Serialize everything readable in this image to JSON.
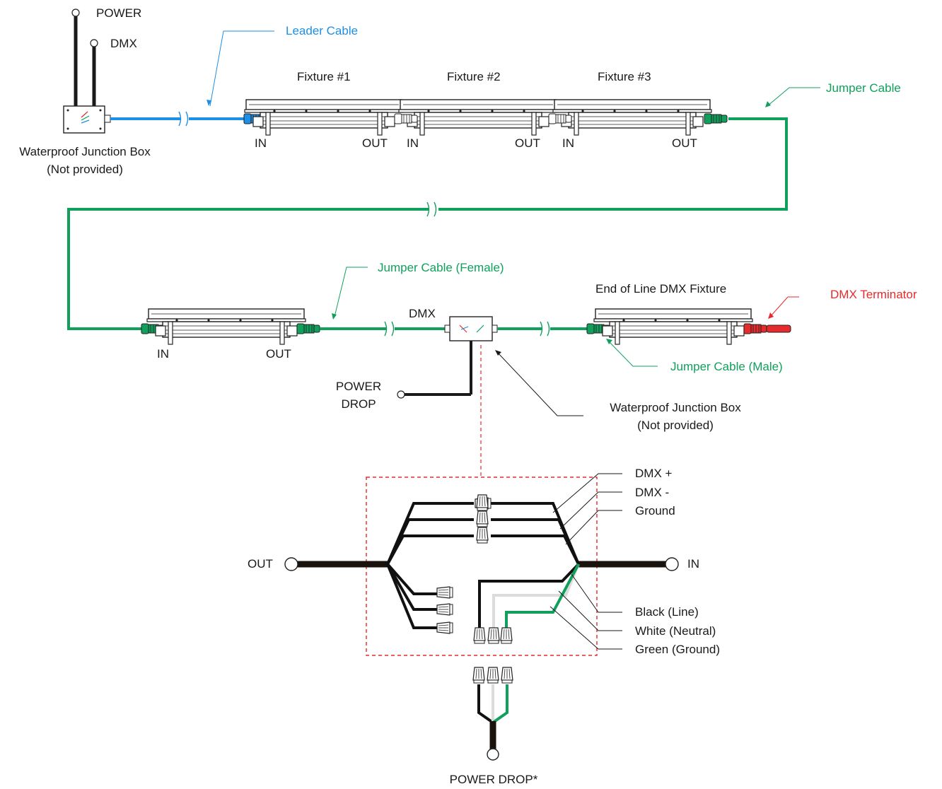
{
  "colors": {
    "leader": "#1e8fe6",
    "jumper": "#10a05c",
    "terminator": "#e52b2b",
    "dashed_box": "#e52b2b",
    "cable_dark": "#1a120d",
    "white_wire": "#dcdcdc"
  },
  "top": {
    "power": "POWER",
    "dmx": "DMX",
    "junction_box_line1": "Waterproof Junction Box",
    "junction_box_line2": "(Not provided)",
    "leader_cable": "Leader Cable",
    "fixture1": "Fixture #1",
    "fixture2": "Fixture #2",
    "fixture3": "Fixture #3",
    "jumper_cable": "Jumper Cable",
    "in": "IN",
    "out": "OUT"
  },
  "middle": {
    "jumper_female": "Jumper Cable (Female)",
    "dmx": "DMX",
    "end_of_line": "End of Line DMX Fixture",
    "dmx_terminator": "DMX Terminator",
    "jumper_male": "Jumper Cable (Male)",
    "power_drop_line1": "POWER",
    "power_drop_line2": "DROP",
    "junction_box_line1": "Waterproof Junction Box",
    "junction_box_line2": "(Not provided)",
    "in": "IN",
    "out": "OUT"
  },
  "detail": {
    "dmx_plus": "DMX +",
    "dmx_minus": "DMX -",
    "ground": "Ground",
    "out": "OUT",
    "in": "IN",
    "black_line": "Black (Line)",
    "white_neutral": "White (Neutral)",
    "green_ground": "Green (Ground)",
    "power_drop": "POWER DROP*"
  },
  "icons": [
    "fixture-bar-icon",
    "connector-icon",
    "junction-box-icon",
    "wire-nut-icon",
    "cable-break-icon",
    "terminal-circle-icon"
  ]
}
